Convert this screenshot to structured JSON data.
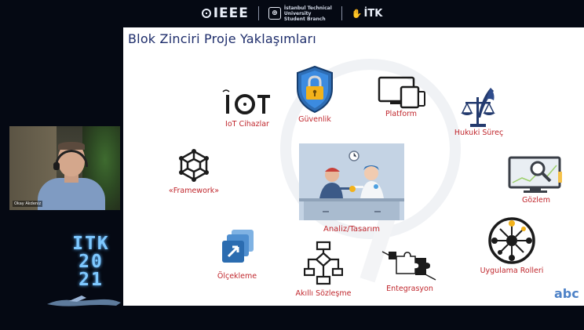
{
  "banner": {
    "ieee_label": "IEEE",
    "branch_line1": "İstanbul Technical",
    "branch_line2": "University",
    "branch_line3": "Student Branch",
    "itk_label": "İTK"
  },
  "event_logo": {
    "letters": "ITK\n20\n21"
  },
  "webcam": {
    "participant_name": "Okay Akdeniz"
  },
  "slide": {
    "title": "Blok Zinciri Proje Yaklaşımları",
    "items": [
      {
        "label": "IoT Cihazlar",
        "icon": "iot-icon"
      },
      {
        "label": "Güvenlik",
        "icon": "security-shield-icon"
      },
      {
        "label": "Platform",
        "icon": "devices-icon"
      },
      {
        "label": "Hukuki Süreç",
        "icon": "law-scale-icon"
      },
      {
        "label": "Framework",
        "icon": "framework-cube-icon"
      },
      {
        "label": "Gözlem",
        "icon": "monitoring-icon"
      },
      {
        "label": "Analiz/Tasarım",
        "icon": "analysis-illustration"
      },
      {
        "label": "Ölçekleme",
        "icon": "scaling-icon"
      },
      {
        "label": "Akıllı Sözleşme",
        "icon": "smart-contract-flow-icon"
      },
      {
        "label": "Entegrasyon",
        "icon": "puzzle-icon"
      },
      {
        "label": "Uygulama Rolleri",
        "icon": "roles-wheel-icon"
      }
    ],
    "brand_logo_text": "abc"
  },
  "colors": {
    "title": "#1e2d6b",
    "label": "#c0272d",
    "icon_dark": "#1b1b1b",
    "shield_blue": "#2e6db4",
    "lock_gold": "#f2b21b",
    "scaling_blue": "#2b6cb0",
    "background": "#050913"
  }
}
